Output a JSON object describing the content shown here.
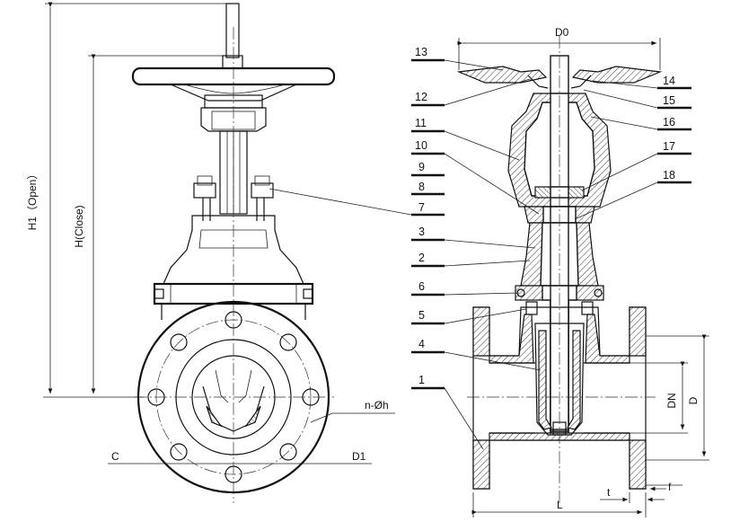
{
  "dimensions": {
    "h1": "H1（Open）",
    "h": "H(Close)",
    "d0": "D0",
    "n_phi_h": "n-Øh",
    "c": "C",
    "d1": "D1",
    "dn": "DN",
    "d": "D",
    "l": "L",
    "t": "t",
    "f": "f"
  },
  "parts_left": [
    "13",
    "12",
    "11",
    "10",
    "9",
    "8",
    "7",
    "3",
    "2",
    "6",
    "5",
    "4",
    "1"
  ],
  "parts_right": [
    "14",
    "15",
    "16",
    "17",
    "18"
  ]
}
